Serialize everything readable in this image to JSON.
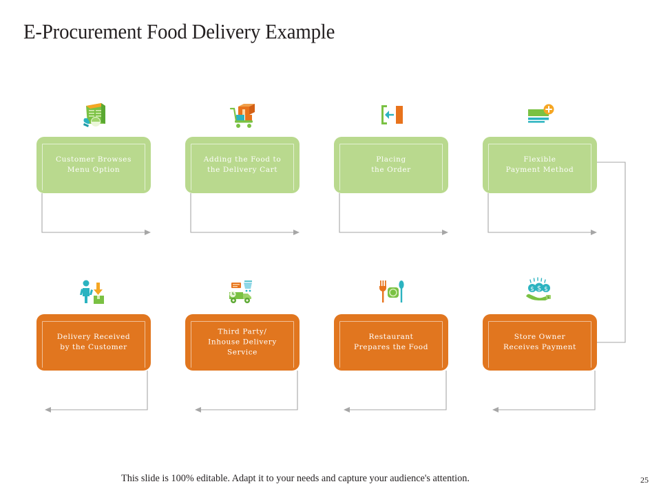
{
  "slide": {
    "title": "E-Procurement Food Delivery Example",
    "footer_note": "This slide is 100% editable. Adapt it to your needs and capture your audience's attention.",
    "page_number": "25",
    "colors": {
      "green": "#b9d98e",
      "orange": "#e1761f",
      "connector": "#a6a6a6",
      "text_dark": "#231f20",
      "node_label": "#ffffff",
      "icon_green": "#7ac143",
      "icon_orange": "#e8731c",
      "icon_teal": "#2bb3c0"
    }
  },
  "flow": {
    "row_top": [
      {
        "id": "step-1",
        "label": "Customer Browses\nMenu Option",
        "icon": "menu-book-icon",
        "color": "green"
      },
      {
        "id": "step-2",
        "label": "Adding the Food to\nthe Delivery Cart",
        "icon": "shopping-cart-boxes-icon",
        "color": "green"
      },
      {
        "id": "step-3",
        "label": "Placing\nthe Order",
        "icon": "submit-order-arrow-icon",
        "color": "green"
      },
      {
        "id": "step-4",
        "label": "Flexible\nPayment Method",
        "icon": "payment-card-plus-icon",
        "color": "green"
      }
    ],
    "row_bottom": [
      {
        "id": "step-8",
        "label": "Delivery Received\nby the Customer",
        "icon": "person-package-delivery-icon",
        "color": "orange"
      },
      {
        "id": "step-7",
        "label": "Third Party/\nInhouse Delivery\nService",
        "icon": "delivery-truck-icon",
        "color": "orange"
      },
      {
        "id": "step-6",
        "label": "Restaurant\nPrepares the Food",
        "icon": "fork-plate-spoon-icon",
        "color": "orange"
      },
      {
        "id": "step-5",
        "label": "Store Owner\nReceives Payment",
        "icon": "hand-money-icon",
        "color": "orange"
      }
    ]
  }
}
